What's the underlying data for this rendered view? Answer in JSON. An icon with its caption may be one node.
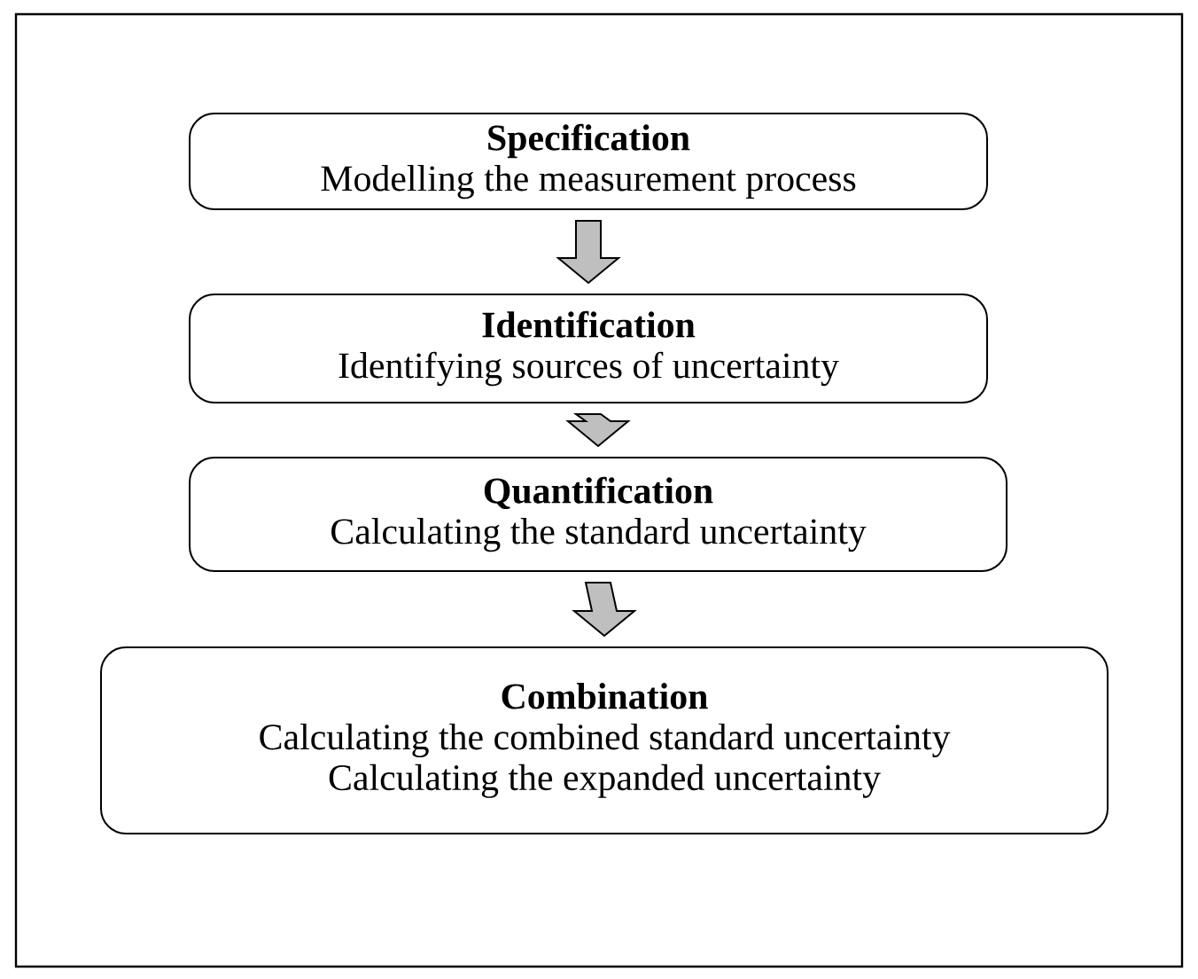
{
  "diagram": {
    "nodes": [
      {
        "text": [
          "Specification",
          "Modelling the measurement process"
        ]
      },
      {
        "text": [
          "Identification",
          "Identifying sources of uncertainty"
        ]
      },
      {
        "text": [
          "Quantification",
          "Calculating the standard uncertainty"
        ]
      },
      {
        "text": [
          "Combination",
          "Calculating the combined standard uncertainty",
          "Calculating the expanded uncertainty"
        ]
      }
    ],
    "edges": [
      {
        "from": 0,
        "to": 1,
        "arrow": "to"
      },
      {
        "from": 1,
        "to": 2,
        "arrow": "to"
      },
      {
        "from": 2,
        "to": 3,
        "arrow": "to"
      }
    ]
  }
}
